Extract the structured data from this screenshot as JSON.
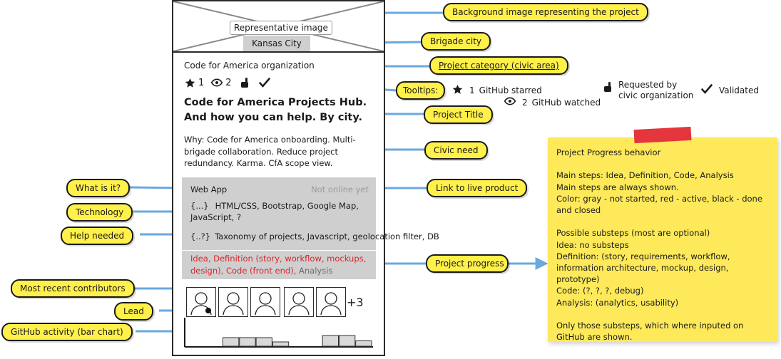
{
  "card": {
    "hero_caption": "Representative image",
    "city": "Kansas City",
    "category": "Code for America organization",
    "stats": {
      "stars": "1",
      "watchers": "2"
    },
    "title": "Code for America Projects Hub. And how you can help. By city.",
    "need": "Why: Code for America onboarding. Multi-brigade collaboration. Reduce project redundancy. Karma. CfA scope view.",
    "what": "Web App",
    "live_link": "Not online yet",
    "tech_tag": "{...}",
    "tech": "HTML/CSS, Bootstrap, Google Map, JavaScript, ?",
    "help_tag": "{..?}",
    "help": "Taxonomy of projects, Javascript, geolocation filter, DB",
    "progress": {
      "active": "Idea, Definition (story, workflow, mockups, design), Code (front end),",
      "pending": "Analysis"
    },
    "more_contributors": "+3",
    "activity_bars": [
      0,
      0,
      0.4,
      0.4,
      0.4,
      0.2,
      0,
      0,
      0.5,
      0.5,
      0.25
    ],
    "status_colors": {
      "not_started": "#6b6b6b",
      "active": "#d8262b",
      "done": "#1a1a1a"
    }
  },
  "callouts": {
    "background": "Background image representing the project",
    "brigade": "Brigade city",
    "category": "Project category (civic area)",
    "tooltips": "Tooltips:",
    "title": "Project Title",
    "need": "Civic need",
    "what": "What is it?",
    "link": "Link to live product",
    "technology": "Technology",
    "help": "Help needed",
    "progress": "Project progress",
    "contributors": "Most recent contributors",
    "lead": "Lead",
    "activity": "GitHub activity (bar chart)"
  },
  "legend": {
    "star_count": "1",
    "star_label": "GitHub starred",
    "watch_count": "2",
    "watch_label": "GitHub watched",
    "requested_line1": "Requested by",
    "requested_line2": "civic organization",
    "validated": "Validated"
  },
  "note": {
    "heading": "Project Progress behavior",
    "main1": "Main steps: Idea, Definition, Code, Analysis",
    "main2": "Main steps are always shown.",
    "main3": "Color: gray - not started, red - active, black - done and closed",
    "sub1": "Possible substeps (most are optional)",
    "sub2": "Idea: no substeps",
    "sub3": "Definition: (story, requirements, workflow, information architecture, mockup, design, prototype)",
    "sub4": "Code: (?, ?, ?, debug)",
    "sub5": "Analysis: (analytics, usability)",
    "footer": "Only those substeps, which where inputed on GitHub are shown."
  },
  "colors": {
    "callout": "#fff04a",
    "arrow": "#6aa8df",
    "note": "#fde95a",
    "tape": "#e5353d"
  }
}
